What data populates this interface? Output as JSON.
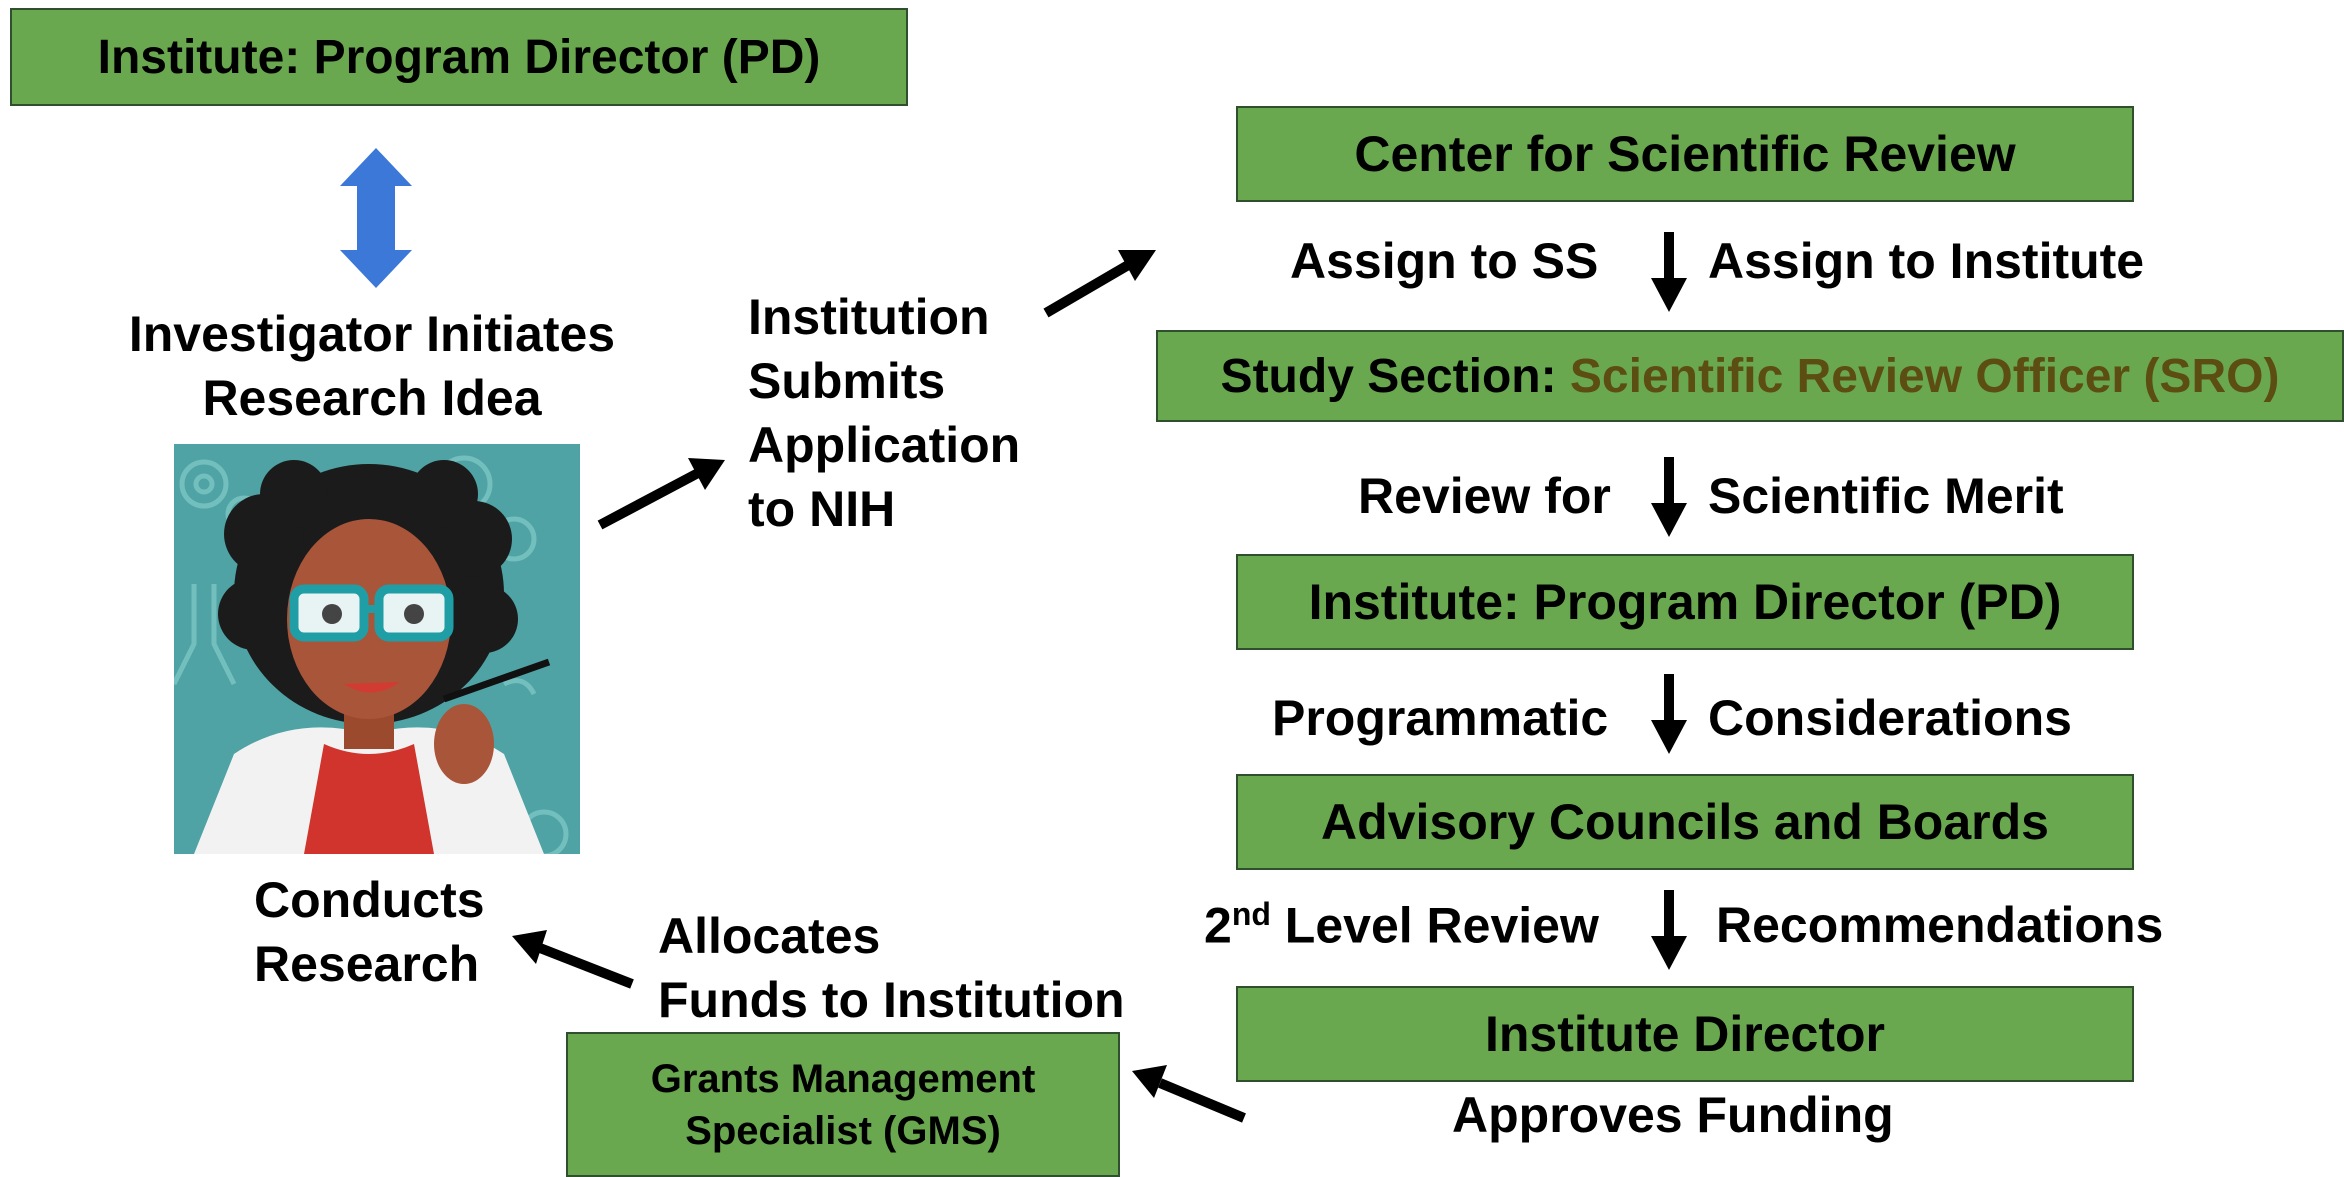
{
  "boxes": {
    "pd_top": "Institute: Program Director (PD)",
    "csr": "Center for Scientific Review",
    "study_section_prefix": "Study Section: ",
    "study_section_sro": "Scientific Review Officer (SRO)",
    "pd_mid": "Institute: Program Director (PD)",
    "councils": "Advisory Councils and Boards",
    "inst_director": "Institute Director",
    "gms_line1": "Grants Management",
    "gms_line2": "Specialist (GMS)"
  },
  "labels": {
    "investigator_line1": "Investigator Initiates",
    "investigator_line2": "Research Idea",
    "submits": [
      "Institution",
      "Submits",
      "Application",
      "to NIH"
    ],
    "assign_ss": "Assign to SS",
    "assign_institute": "Assign to Institute",
    "review_for": "Review for",
    "scientific_merit": "Scientific Merit",
    "programmatic": "Programmatic",
    "considerations": "Considerations",
    "second_num": "2",
    "second_sup": "nd",
    "level_review": " Level Review",
    "recommendations": "Recommendations",
    "approves": "Approves Funding",
    "conducts_line1": "Conducts",
    "conducts_line2": "Research",
    "allocates_line1": "Allocates",
    "allocates_line2": "Funds to Institution"
  },
  "colors": {
    "box_fill": "#6aa84f",
    "box_border": "#2f4f2f",
    "sro_text": "#5c4d12",
    "double_arrow": "#3c78d8",
    "illustration_bg": "#4fa3a5"
  }
}
